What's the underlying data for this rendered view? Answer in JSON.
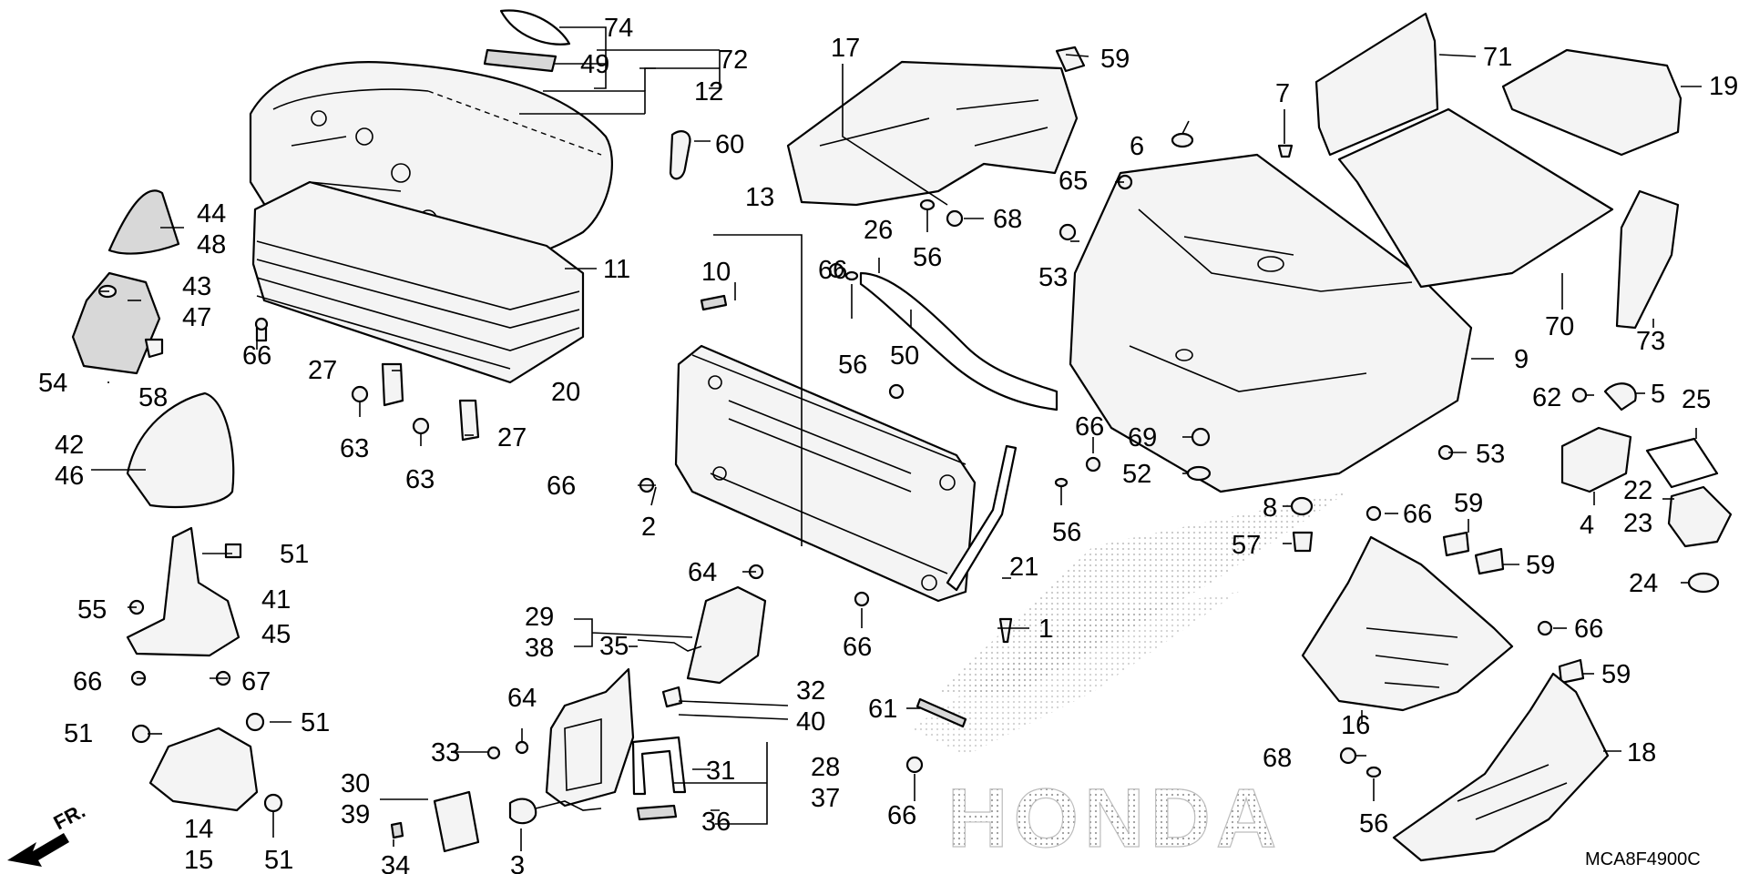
{
  "diagram_code": "MCA8F4900C",
  "front_arrow_label": "FR.",
  "watermark_text": "HONDA",
  "callouts": {
    "c74": "74",
    "c72": "72",
    "c49": "49",
    "c12": "12",
    "c60": "60",
    "c44": "44",
    "c48": "48",
    "c11": "11",
    "c43": "43",
    "c47": "47",
    "c66a": "66",
    "c20": "20",
    "c54": "54",
    "c58": "58",
    "c27a": "27",
    "c27b": "27",
    "c63a": "63",
    "c63b": "63",
    "c42": "42",
    "c46": "46",
    "c51a": "51",
    "c41": "41",
    "c45": "45",
    "c55": "55",
    "c66b": "66",
    "c67": "67",
    "c51b": "51",
    "c51c": "51",
    "c14": "14",
    "c15": "15",
    "c51d": "51",
    "c17": "17",
    "c59a": "59",
    "c56a": "56",
    "c68a": "68",
    "c13": "13",
    "c10": "10",
    "c26": "26",
    "c66c": "66",
    "c56b": "56",
    "c50": "50",
    "c66d": "66",
    "c2": "2",
    "c66e": "66",
    "c56c": "56",
    "c21": "21",
    "c1": "1",
    "c66f": "66",
    "c64a": "64",
    "c29": "29",
    "c38": "38",
    "c35": "35",
    "c32": "32",
    "c40": "40",
    "c64b": "64",
    "c33": "33",
    "c30": "30",
    "c39": "39",
    "c34": "34",
    "c3": "3",
    "c31": "31",
    "c28": "28",
    "c37": "37",
    "c36": "36",
    "c61": "61",
    "c66g": "66",
    "c7": "7",
    "c6": "6",
    "c65": "65",
    "c53a": "53",
    "c9": "9",
    "c69": "69",
    "c52": "52",
    "c53b": "53",
    "c8": "8",
    "c57": "57",
    "c66h": "66",
    "c71": "71",
    "c19": "19",
    "c70": "70",
    "c73": "73",
    "c62": "62",
    "c5": "5",
    "c25": "25",
    "c4": "4",
    "c22": "22",
    "c23": "23",
    "c24": "24",
    "c59b": "59",
    "c59c": "59",
    "c66i": "66",
    "c59d": "59",
    "c16": "16",
    "c18": "18",
    "c68b": "68",
    "c56d": "56"
  }
}
